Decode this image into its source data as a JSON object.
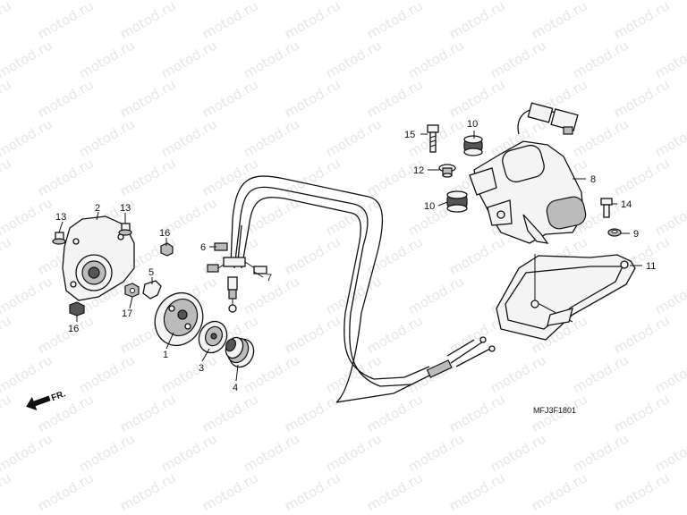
{
  "watermark": "motod.ru",
  "diagram_code": "MFJ3F1801",
  "front_marker": "FR.",
  "callouts": [
    {
      "id": "c1",
      "label": "1"
    },
    {
      "id": "c2",
      "label": "2"
    },
    {
      "id": "c3",
      "label": "3"
    },
    {
      "id": "c4",
      "label": "4"
    },
    {
      "id": "c5",
      "label": "5"
    },
    {
      "id": "c6",
      "label": "6"
    },
    {
      "id": "c7",
      "label": "7"
    },
    {
      "id": "c8",
      "label": "8"
    },
    {
      "id": "c9",
      "label": "9"
    },
    {
      "id": "c10a",
      "label": "10"
    },
    {
      "id": "c10b",
      "label": "10"
    },
    {
      "id": "c11",
      "label": "11"
    },
    {
      "id": "c12",
      "label": "12"
    },
    {
      "id": "c13a",
      "label": "13"
    },
    {
      "id": "c13b",
      "label": "13"
    },
    {
      "id": "c14",
      "label": "14"
    },
    {
      "id": "c15",
      "label": "15"
    },
    {
      "id": "c16a",
      "label": "16"
    },
    {
      "id": "c16b",
      "label": "16"
    },
    {
      "id": "c17",
      "label": "17"
    }
  ]
}
